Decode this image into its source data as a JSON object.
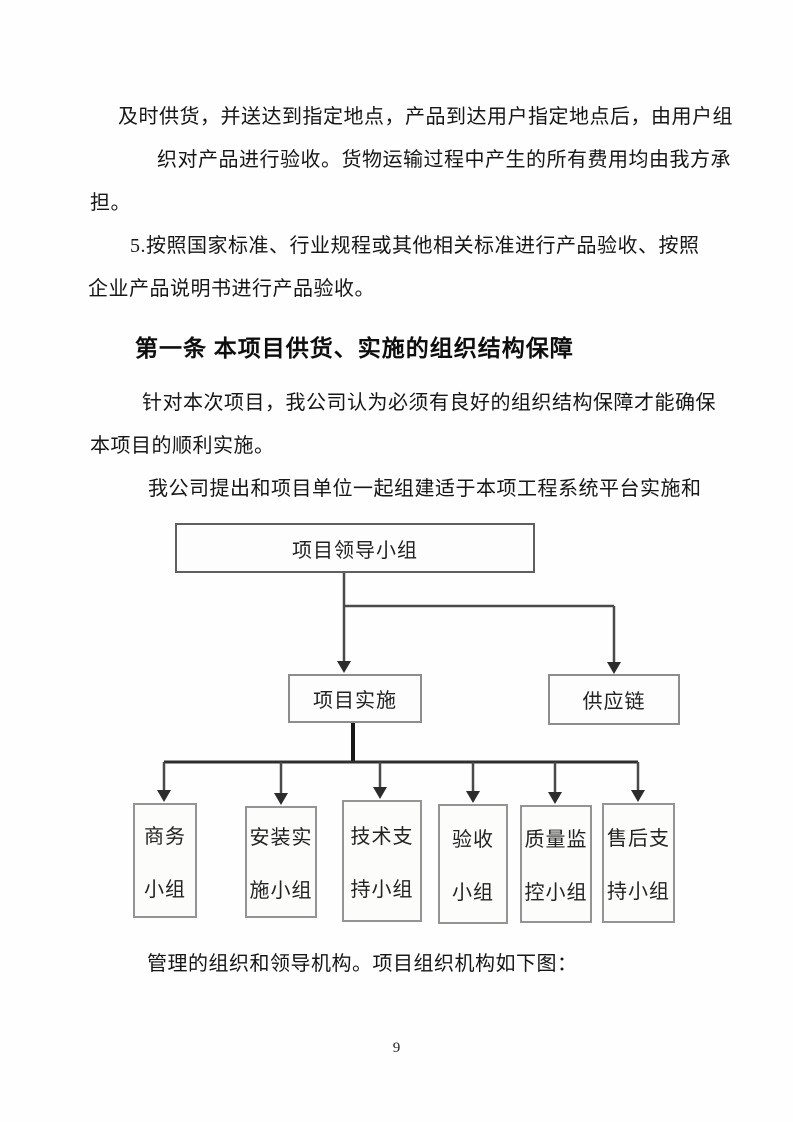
{
  "document": {
    "paragraph1": {
      "line1": "及时供货，并送达到指定地点，产品到达用户指定地点后，由用户组",
      "line2": "织对产品进行验收。货物运输过程中产生的所有费用均由我方承",
      "line3": "担。"
    },
    "paragraph2": {
      "line1": "5.按照国家标准、行业规程或其他相关标准进行产品验收、按照",
      "line2": "企业产品说明书进行产品验收。"
    },
    "heading": "第一条 本项目供货、实施的组织结构保障",
    "paragraph3": {
      "line1": "针对本次项目，我公司认为必须有良好的组织结构保障才能确保",
      "line2": "本项目的顺利实施。"
    },
    "paragraph4": {
      "line1": "我公司提出和项目单位一起组建适于本项工程系统平台实施和"
    },
    "paragraph5": {
      "line1": "管理的组织和领导机构。项目组织机构如下图："
    },
    "page_number": "9"
  },
  "org_chart": {
    "root": "项目领导小组",
    "level2": [
      {
        "label": "项目实施"
      },
      {
        "label": "供应链"
      }
    ],
    "teams": [
      {
        "line1": "商务",
        "line2": "小组"
      },
      {
        "line1": "安装实",
        "line2": "施小组"
      },
      {
        "line1": "技术支",
        "line2": "持小组"
      },
      {
        "line1": "验收",
        "line2": "小组"
      },
      {
        "line1": "质量监",
        "line2": "控小组"
      },
      {
        "line1": "售后支",
        "line2": "持小组"
      }
    ]
  },
  "colors": {
    "ink": "#161616",
    "connector_line": "#3d3d3d",
    "box_border": "#8d8d8d",
    "page_background": "#fefefe"
  }
}
